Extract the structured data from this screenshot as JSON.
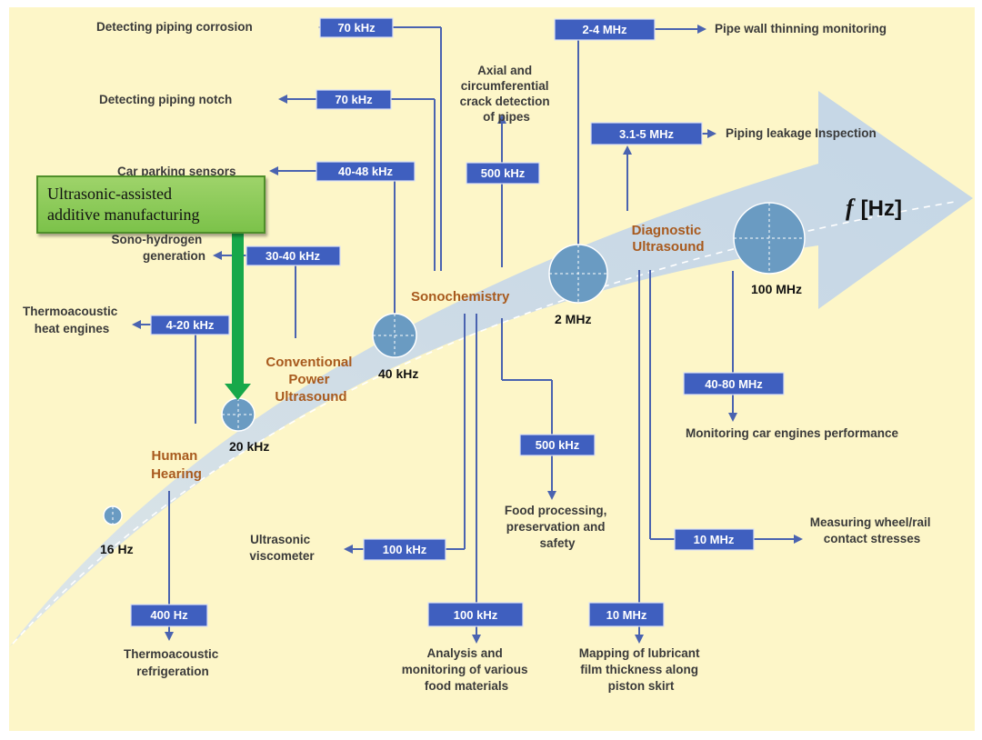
{
  "axis_label": {
    "symbol": "f",
    "unit": "[Hz]"
  },
  "callout": {
    "line1": "Ultrasonic-assisted",
    "line2": "additive manufacturing"
  },
  "frequencies": [
    "16 Hz",
    "20 kHz",
    "40 kHz",
    "2 MHz",
    "100 MHz"
  ],
  "regions": {
    "human_hearing": [
      "Human",
      "Hearing"
    ],
    "conventional": [
      "Conventional",
      "Power",
      "Ultrasound"
    ],
    "sonochemistry": [
      "Sonochemistry"
    ],
    "diagnostic": [
      "Diagnostic",
      "Ultrasound"
    ]
  },
  "boxes": [
    "70 kHz",
    "70 kHz",
    "40-48 kHz",
    "30-40 kHz",
    "4-20 kHz",
    "400 Hz",
    "500 kHz",
    "500 kHz",
    "100 kHz",
    "100 kHz",
    "2-4 MHz",
    "3.1-5 MHz",
    "40-80 MHz",
    "10 MHz",
    "10 MHz"
  ],
  "applications": {
    "corrosion": [
      "Detecting piping corrosion"
    ],
    "notch": [
      "Detecting piping notch"
    ],
    "parking": [
      "Car parking sensors"
    ],
    "sono_hydrogen": [
      "Sono-hydrogen",
      "generation"
    ],
    "thermo_engines": [
      "Thermoacoustic",
      "heat engines"
    ],
    "thermo_refrig": [
      "Thermoacoustic",
      "refrigeration"
    ],
    "crack": [
      "Axial and",
      "circumferential",
      "crack detection",
      "of pipes"
    ],
    "food_processing": [
      "Food processing,",
      "preservation and",
      "safety"
    ],
    "viscometer": [
      "Ultrasonic",
      "viscometer"
    ],
    "food_analysis": [
      "Analysis and",
      "monitoring of various",
      "food materials"
    ],
    "wall_thinning": [
      "Pipe wall thinning monitoring"
    ],
    "leakage": [
      "Piping leakage Inspection"
    ],
    "car_engines": [
      "Monitoring car engines performance"
    ],
    "wheel_rail": [
      "Measuring wheel/rail",
      "contact stresses"
    ],
    "lubricant": [
      "Mapping of lubricant",
      "film thickness along",
      "piston skirt"
    ]
  },
  "colors": {
    "background": "#fdf6c8",
    "band": "#c9d9e6",
    "box": "#3f5fbf",
    "circle": "#6a9bc2",
    "region_text": "#a85a1e",
    "callout": "#8cc95a",
    "arrow_green": "#17a84a"
  }
}
